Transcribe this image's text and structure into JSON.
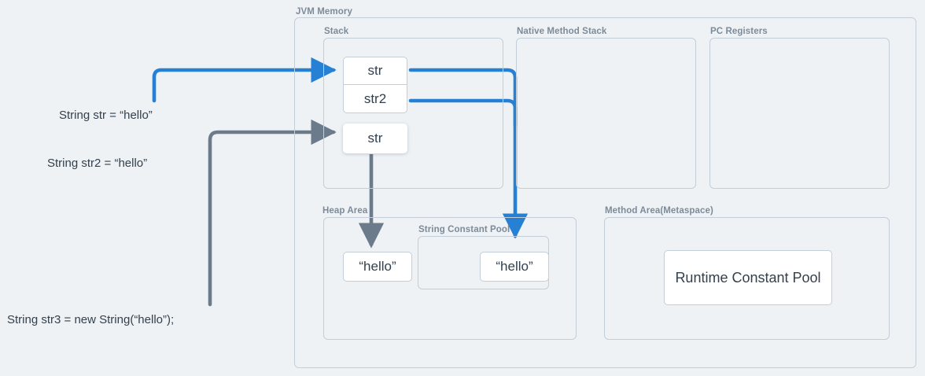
{
  "diagram": {
    "title": "JVM Memory",
    "background_color": "#eef2f5",
    "accent_blue": "#2680d4",
    "accent_gray": "#6b7b8c",
    "panel_border": "#c3ced8",
    "label_color": "#7d8b99",
    "text_color": "#33404d"
  },
  "panels": {
    "jvm_memory": {
      "label": "JVM Memory"
    },
    "stack": {
      "label": "Stack"
    },
    "native_method_stack": {
      "label": "Native Method Stack"
    },
    "pc_registers": {
      "label": "PC Registers"
    },
    "heap_area": {
      "label": "Heap Area"
    },
    "string_constant_pool": {
      "label": "String Constant Pool"
    },
    "method_area": {
      "label": "Method Area(Metaspace)"
    }
  },
  "stack_frames": [
    {
      "name": "stack-var-str",
      "label": "str"
    },
    {
      "name": "stack-var-str2",
      "label": "str2"
    },
    {
      "name": "stack-var-str3",
      "label": "str"
    }
  ],
  "heap_objects": [
    {
      "name": "heap-string-object",
      "label": "“hello”"
    }
  ],
  "pool_objects": [
    {
      "name": "pool-string-literal",
      "label": "“hello”"
    }
  ],
  "method_area_objects": [
    {
      "name": "runtime-constant-pool-box",
      "label": "Runtime Constant Pool"
    }
  ],
  "code_labels": [
    {
      "name": "code-line-str",
      "text": "String str = “hello”"
    },
    {
      "name": "code-line-str2",
      "text": "String str2 = “hello”"
    },
    {
      "name": "code-line-str3",
      "text": "String str3 = new String(“hello”);"
    }
  ]
}
